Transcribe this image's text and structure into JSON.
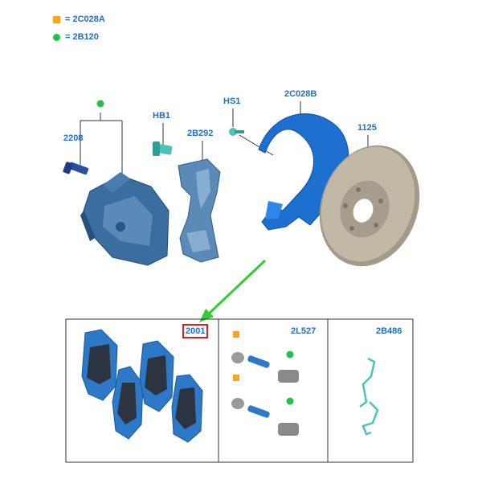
{
  "legend": [
    {
      "symbol": "square",
      "color": "#f5a623",
      "text": "= 2C028A"
    },
    {
      "symbol": "dot",
      "color": "#22c24a",
      "text": "= 2B120"
    }
  ],
  "callouts": {
    "bolt": "2208",
    "hb1": "HB1",
    "bracket": "2B292",
    "hs1": "HS1",
    "shield": "2C028B",
    "disc": "1125",
    "pads": "2001",
    "pin_kit": "2L527",
    "springs": "2B486"
  },
  "colors": {
    "label": "#1f6fd1",
    "part": "#2e6fa8",
    "part_dark": "#1b4d7a",
    "arrow": "#33cc33",
    "highlight": "#e41b1b",
    "disc": "#b5aa98",
    "spring": "#4cc2b8"
  }
}
